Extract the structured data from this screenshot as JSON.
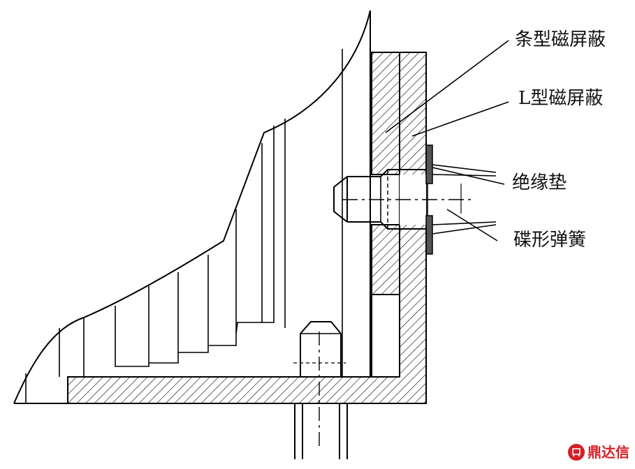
{
  "labels": {
    "strip_shield": "条型磁屏蔽",
    "l_shield": "L型磁屏蔽",
    "insulating_pad": "绝缘垫",
    "disc_spring": "碟形弹簧"
  },
  "watermark": {
    "text": "鼎达信",
    "color": "#d42027"
  },
  "colors": {
    "line": "#000000",
    "background": "#ffffff",
    "washer_fill": "#555555"
  }
}
